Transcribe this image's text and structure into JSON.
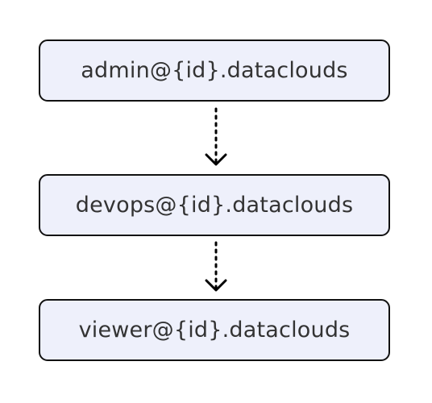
{
  "diagram": {
    "nodes": [
      {
        "id": "admin",
        "label": "admin@{id}.dataclouds"
      },
      {
        "id": "devops",
        "label": "devops@{id}.dataclouds"
      },
      {
        "id": "viewer",
        "label": "viewer@{id}.dataclouds"
      }
    ],
    "edges": [
      {
        "from": "admin",
        "to": "devops",
        "style": "dotted",
        "arrow": "open"
      },
      {
        "from": "devops",
        "to": "viewer",
        "style": "dotted",
        "arrow": "open"
      }
    ],
    "colors": {
      "node_fill": "#eef0fb",
      "node_border": "#111111",
      "text": "#333333",
      "edge": "#000000"
    }
  }
}
